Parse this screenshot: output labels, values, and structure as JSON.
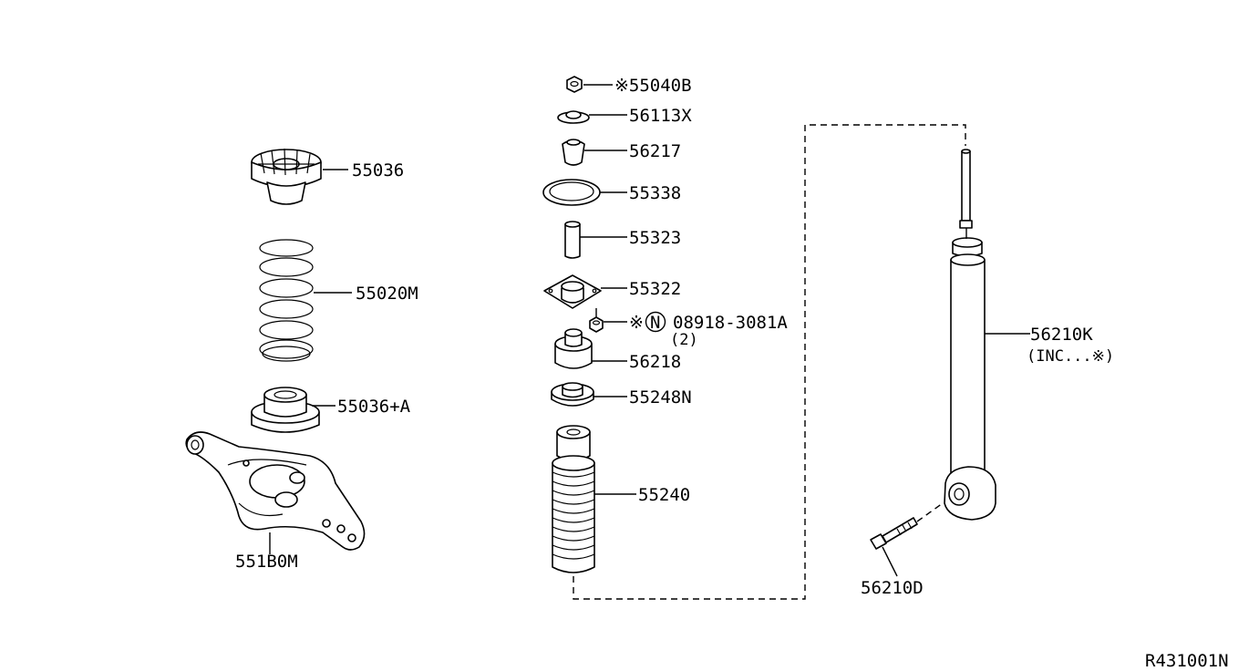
{
  "parts": {
    "p55040b": "※55040B",
    "p56113x": "56113X",
    "p56217": "56217",
    "p55338": "55338",
    "p55323": "55323",
    "p55322": "55322",
    "p08918_prefix": "※",
    "p08918_circle": "N",
    "p08918": "08918-3081A",
    "p08918_qty": "(2)",
    "p56218": "56218",
    "p55248n": "55248N",
    "p55240": "55240",
    "p55036": "55036",
    "p55020m": "55020M",
    "p55036a": "55036+A",
    "p551b0m": "551B0M",
    "p56210k": "56210K",
    "p56210k_note": "(INC...※)",
    "p56210d": "56210D"
  },
  "diagram_code": "R431001N"
}
